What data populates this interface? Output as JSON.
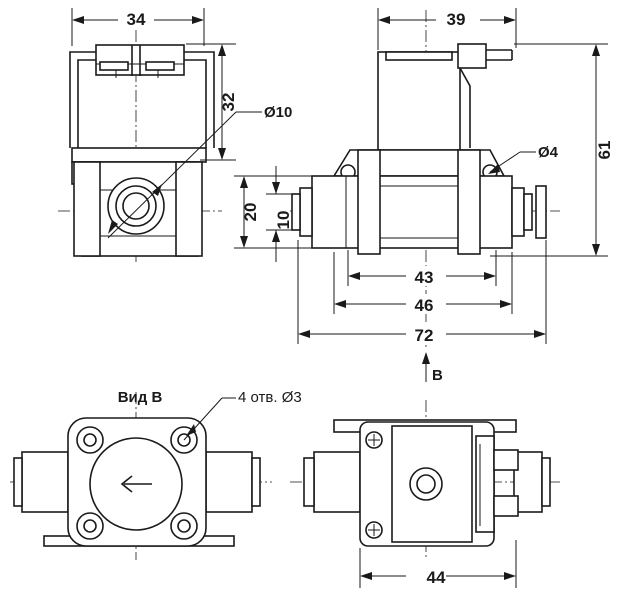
{
  "dimensions": {
    "width_front": "34",
    "height_coil": "32",
    "port_diameter": "Ø10",
    "width_side": "39",
    "overall_height": "61",
    "hole_diameter": "Ø4",
    "body_height": "20",
    "port_height": "10",
    "mount_spacing": "43",
    "body_length": "46",
    "overall_length": "72",
    "mount_width": "44"
  },
  "labels": {
    "view_arrow": "B",
    "view_title": "Вид В",
    "holes_note": "4 отв. Ø3"
  }
}
